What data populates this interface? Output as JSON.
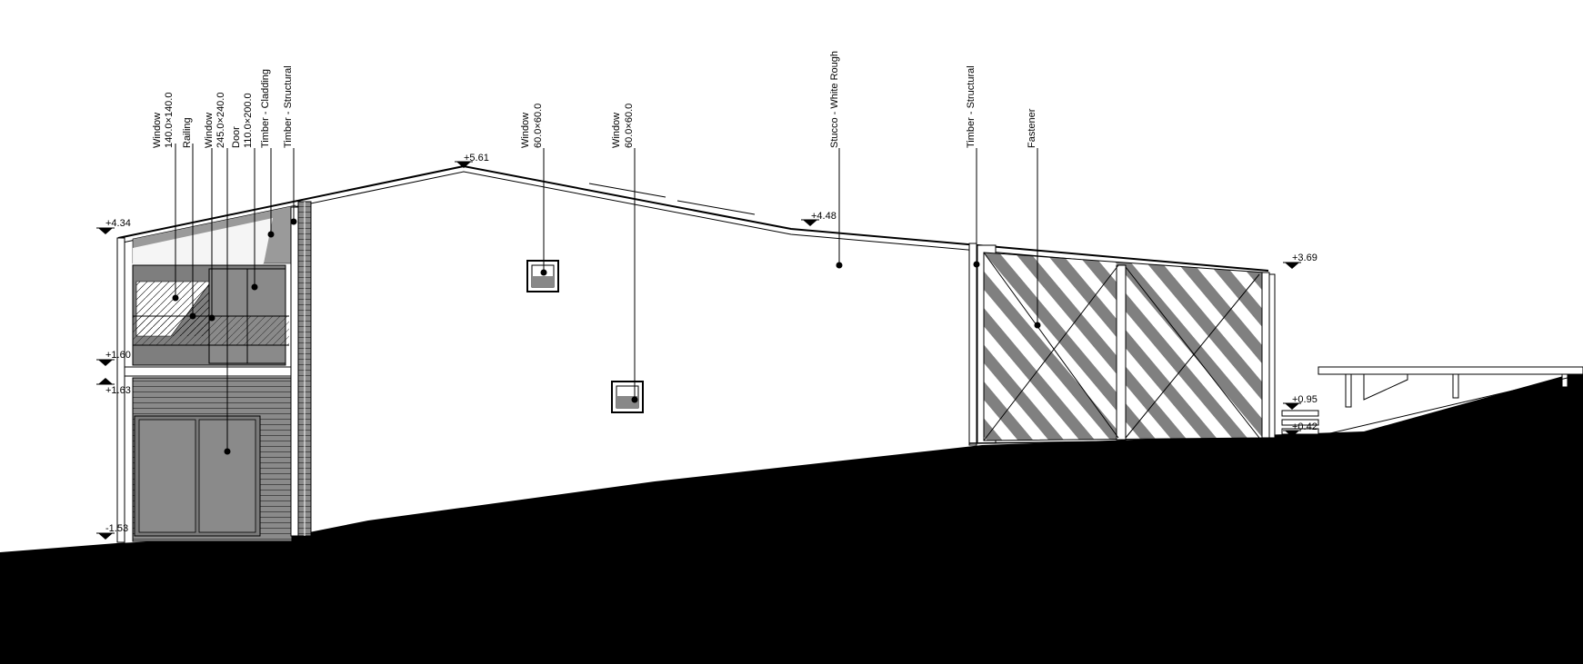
{
  "drawing": {
    "colors": {
      "ground": "#000000",
      "cladding": "#808080",
      "glass": "#7a7a7a",
      "background": "#ffffff",
      "line": "#000000"
    },
    "labels": {
      "window_a_name": "Window",
      "window_a_size": "140.0×140.0",
      "railing": "Railing",
      "window_b_name": "Window",
      "window_b_size": "245.0×240.0",
      "door_name": "Door",
      "door_size": "110.0×200.0",
      "timber_cladding": "Timber - Cladding",
      "timber_structural_left": "Timber - Structural",
      "window_c_name": "Window",
      "window_c_size": "60.0×60.0",
      "window_d_name": "Window",
      "window_d_size": "60.0×60.0",
      "stucco": "Stucco - White Rough",
      "timber_structural_right": "Timber - Structural",
      "fastener": "Fastener"
    },
    "levels": {
      "ridge": "+5.61",
      "mid_roof": "+4.48",
      "left_eave": "+4.34",
      "right_eave": "+3.69",
      "floor_upper_a": "+1.60",
      "floor_upper_b": "+1.63",
      "ground_left": "-1.53",
      "deck_a": "+0.95",
      "deck_b": "+0.42"
    }
  }
}
